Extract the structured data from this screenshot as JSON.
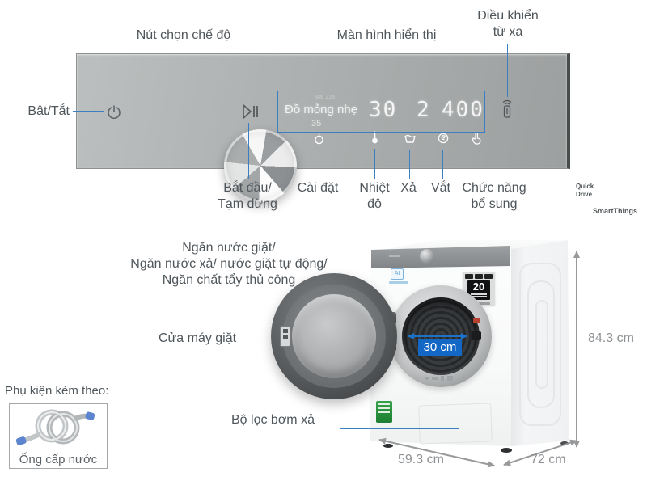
{
  "colors": {
    "annotation_blue": "#3c7fc0",
    "badge_blue": "#1268c4",
    "label_gray": "#4f565b",
    "dimension_gray": "#8d9093",
    "panel_silver": "#adb0b0"
  },
  "panel": {
    "power_label": "Bật/Tắt",
    "knob_label": "Nút chọn chế độ",
    "display_label": "Màn hình hiển thị",
    "remote_label_line1": "Điều khiển",
    "remote_label_line2": "từ xa",
    "quick_drive_line1": "Quick",
    "quick_drive_line2": "Drive",
    "smartthings": "SmartThings",
    "display": {
      "small_top": "Mai 21a",
      "mode": "Đồ mỏng nhẹ",
      "sub_value": "35",
      "temperature": "30",
      "rinse": "2",
      "spin": "400"
    },
    "buttons": {
      "start_line1": "Bắt đầu/",
      "start_line2": "Tạm dừng",
      "settings": "Cài đặt",
      "temp_line1": "Nhiệt",
      "temp_line2": "độ",
      "drain": "Xả",
      "spin": "Vắt",
      "extra_line1": "Chức năng",
      "extra_line2": "bổ sung"
    }
  },
  "machine": {
    "drawer_label_line1": "Ngăn nước giặt/",
    "drawer_label_line2": "Ngăn nước xả/ nước giặt tự động/",
    "drawer_label_line3": "Ngăn chất tẩy thủ công",
    "door_label": "Cửa máy giặt",
    "filter_label": "Bộ lọc bơm xả",
    "drum_width_badge": "30 cm",
    "warranty_badge": "20",
    "ai_logo": "AI"
  },
  "dimensions": {
    "height": "84.3 cm",
    "width": "59.3 cm",
    "depth": "72 cm"
  },
  "accessories": {
    "title": "Phụ kiện kèm theo:",
    "item": "Ống cấp nước"
  }
}
